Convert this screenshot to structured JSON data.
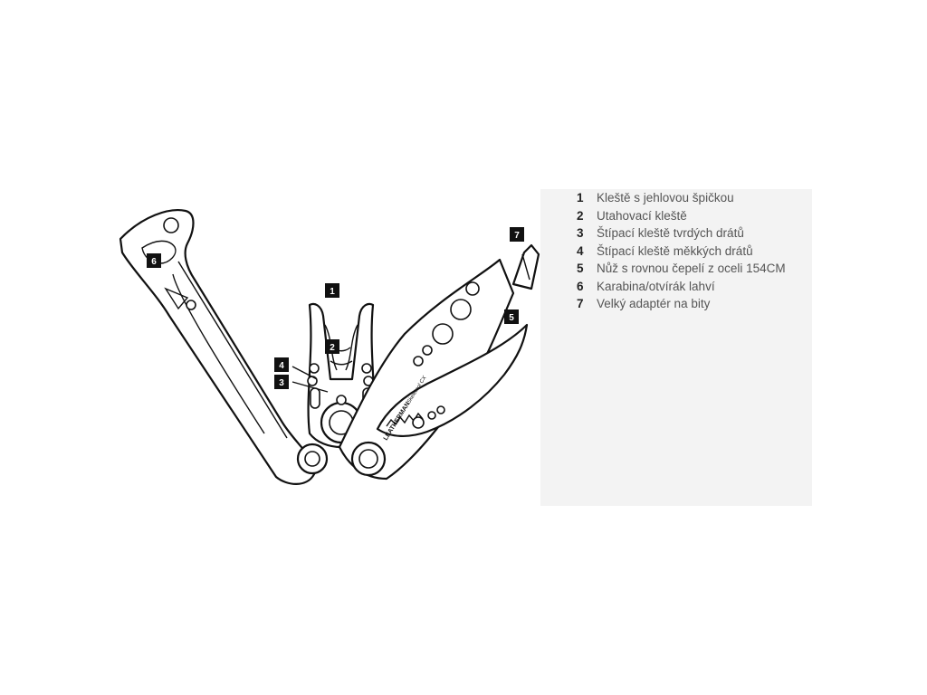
{
  "legend": {
    "items": [
      {
        "num": "1",
        "text": "Kleště s jehlovou špičkou"
      },
      {
        "num": "2",
        "text": "Utahovací kleště"
      },
      {
        "num": "3",
        "text": "Štípací kleště tvrdých drátů"
      },
      {
        "num": "4",
        "text": "Štípací kleště měkkých drátů"
      },
      {
        "num": "5",
        "text": "Nůž s rovnou čepelí z oceli 154CM"
      },
      {
        "num": "6",
        "text": "Karabina/otvírák lahví"
      },
      {
        "num": "7",
        "text": "Velký adaptér na bity"
      }
    ]
  },
  "callouts": {
    "c1": "1",
    "c2": "2",
    "c3": "3",
    "c4": "4",
    "c5": "5",
    "c6": "6",
    "c7": "7"
  },
  "engraving": {
    "brand": "LEATHERMAN",
    "model": "Skeletool CX"
  },
  "colors": {
    "legend_panel_bg": "#f3f3f3",
    "callout_bg": "#111111",
    "callout_text": "#ffffff",
    "outline": "#111111"
  }
}
